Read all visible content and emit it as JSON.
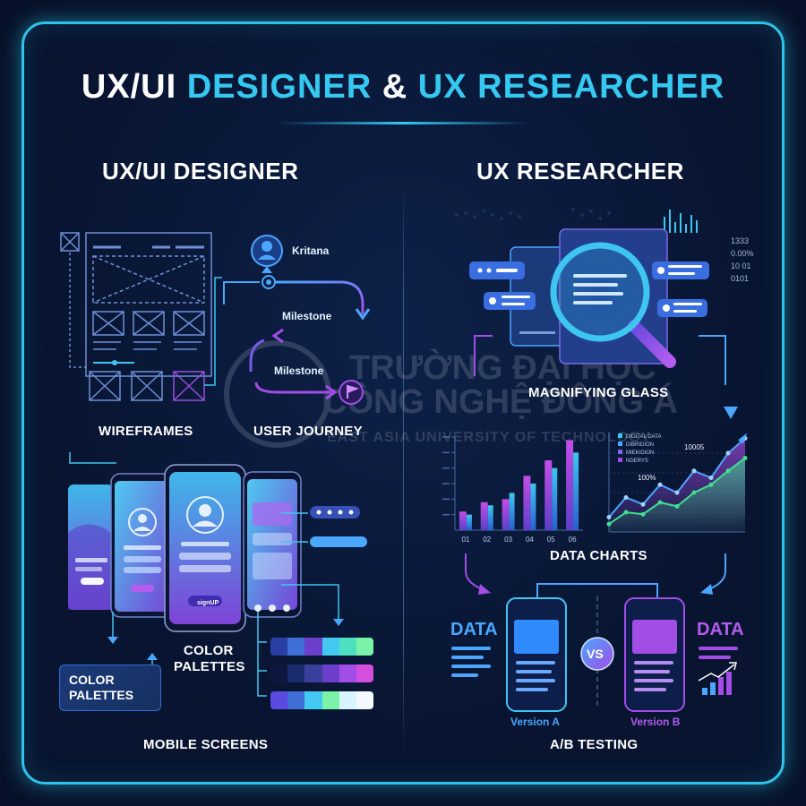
{
  "title": {
    "part1": "UX/UI",
    "part2": "DESIGNER",
    "part3": "&",
    "part4": "UX RESEARCHER"
  },
  "left": {
    "heading": "UX/UI DESIGNER",
    "wireframes_label": "WIREFRAMES",
    "journey": {
      "user_name": "Kritana",
      "milestone1": "Milestone",
      "milestone2": "Milestone",
      "label": "USER JOURNEY"
    },
    "mobile": {
      "signup_button": "signUP",
      "label": "MOBILE SCREENS"
    },
    "palettes": {
      "box_label_line1": "COLOR",
      "box_label_line2": "PALETTES",
      "center_label_line1": "COLOR",
      "center_label_line2": "PALETTES"
    }
  },
  "right": {
    "heading": "UX RESEARCHER",
    "magnifier_label": "MAGNIFYING GLASS",
    "ticker": [
      "1333",
      "0.00%",
      "10 01",
      "0101"
    ],
    "charts_label": "DATA CHARTS",
    "ab": {
      "data_left": "DATA",
      "data_right": "DATA",
      "vs": "VS",
      "version_a": "Version A",
      "version_b": "Version B",
      "label": "A/B TESTING"
    }
  },
  "watermark": {
    "line1": "TRƯỜNG ĐẠI HỌC",
    "line2": "CÔNG NGHỆ ĐÔNG Á",
    "line3": "EAST ASIA UNIVERSITY OF TECHNOLOGY"
  },
  "colors": {
    "accent_cyan": "#35c8f0",
    "accent_purple": "#9b4de0",
    "accent_green": "#3ee08f",
    "frame": "#2ec3e6",
    "background": "#07122a"
  },
  "chart_data": [
    {
      "type": "bar",
      "categories": [
        "01",
        "02",
        "03",
        "04",
        "05",
        "06"
      ],
      "series": [
        {
          "values": [
            12,
            18,
            20,
            35,
            45,
            58
          ]
        },
        {
          "values": [
            10,
            16,
            24,
            30,
            40,
            50
          ]
        }
      ],
      "ylim": [
        0,
        60
      ]
    },
    {
      "type": "area",
      "legend": [
        "DIGITAL DATA",
        "DIBRIDION",
        "MIEKIDION",
        "NDERYS"
      ],
      "annotations": [
        "10005",
        "100%"
      ],
      "x": [
        0,
        1,
        2,
        3,
        4,
        5,
        6,
        7,
        8
      ],
      "series": [
        {
          "values": [
            15,
            35,
            28,
            48,
            40,
            62,
            55,
            80,
            95
          ]
        },
        {
          "values": [
            8,
            20,
            18,
            30,
            26,
            40,
            48,
            62,
            75
          ]
        }
      ],
      "ylim": [
        0,
        100
      ]
    }
  ]
}
